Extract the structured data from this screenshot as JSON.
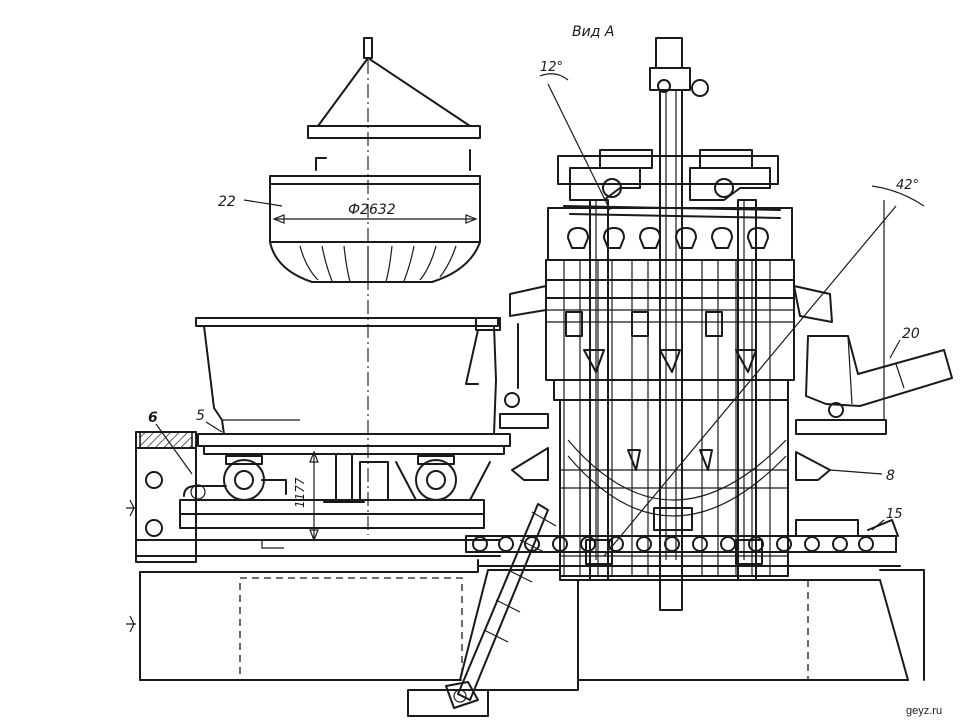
{
  "labels": {
    "view_title": "Вид А",
    "angle_12": "12°",
    "angle_42": "42°",
    "diameter": "Ф2632",
    "height_dim": "1177",
    "part_22": "22",
    "part_5": "5",
    "part_6": "6",
    "part_20": "20",
    "part_8": "8",
    "part_15": "15"
  },
  "watermark": "geyz.ru"
}
